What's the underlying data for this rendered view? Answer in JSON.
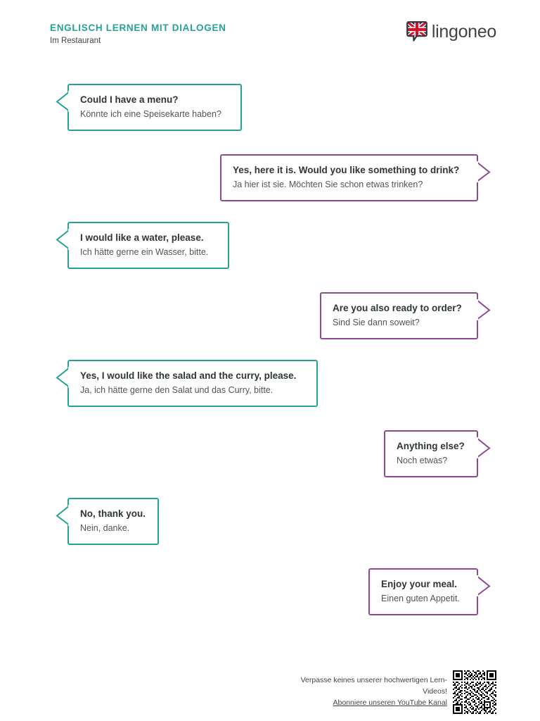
{
  "header": {
    "title": "ENGLISCH LERNEN MIT DIALOGEN",
    "subtitle": "Im Restaurant",
    "logo_text": "lingoneo",
    "logo_icon": "uk-flag-speech-bubble-icon"
  },
  "colors": {
    "teal": "#26a196",
    "purple": "#8c4a90",
    "text_primary": "#2e3539",
    "text_secondary": "#4d5559",
    "background": "#ffffff"
  },
  "dialogue": {
    "title": "Im Restaurant",
    "messages": [
      {
        "side": "left",
        "speaker": "guest",
        "color": "#26a196",
        "en": "Could I have a menu?",
        "de": "Könnte ich eine Speisekarte haben?"
      },
      {
        "side": "right",
        "speaker": "waiter",
        "color": "#8c4a90",
        "en": "Yes, here it is. Would you like something to drink?",
        "de": "Ja hier ist sie. Möchten Sie schon etwas trinken?"
      },
      {
        "side": "left",
        "speaker": "guest",
        "color": "#26a196",
        "en": "I would like a water, please.",
        "de": "Ich hätte gerne ein Wasser, bitte."
      },
      {
        "side": "right",
        "speaker": "waiter",
        "color": "#8c4a90",
        "en": "Are you also ready to order?",
        "de": "Sind Sie dann soweit?"
      },
      {
        "side": "left",
        "speaker": "guest",
        "color": "#26a196",
        "en": "Yes, I would like the salad and the curry, please.",
        "de": "Ja, ich hätte gerne den Salat und das Curry, bitte."
      },
      {
        "side": "right",
        "speaker": "waiter",
        "color": "#8c4a90",
        "en": "Anything else?",
        "de": "Noch etwas?"
      },
      {
        "side": "left",
        "speaker": "guest",
        "color": "#26a196",
        "en": "No, thank you.",
        "de": "Nein, danke."
      },
      {
        "side": "right",
        "speaker": "waiter",
        "color": "#8c4a90",
        "en": "Enjoy your meal.",
        "de": "Einen guten Appetit."
      }
    ]
  },
  "footer": {
    "promo_line1": "Verpasse keines unserer hochwertigen Lern-",
    "promo_line2": "Videos!",
    "link_label": "Abonniere unseren YouTube Kanal",
    "qr_icon": "qr-code-icon"
  }
}
